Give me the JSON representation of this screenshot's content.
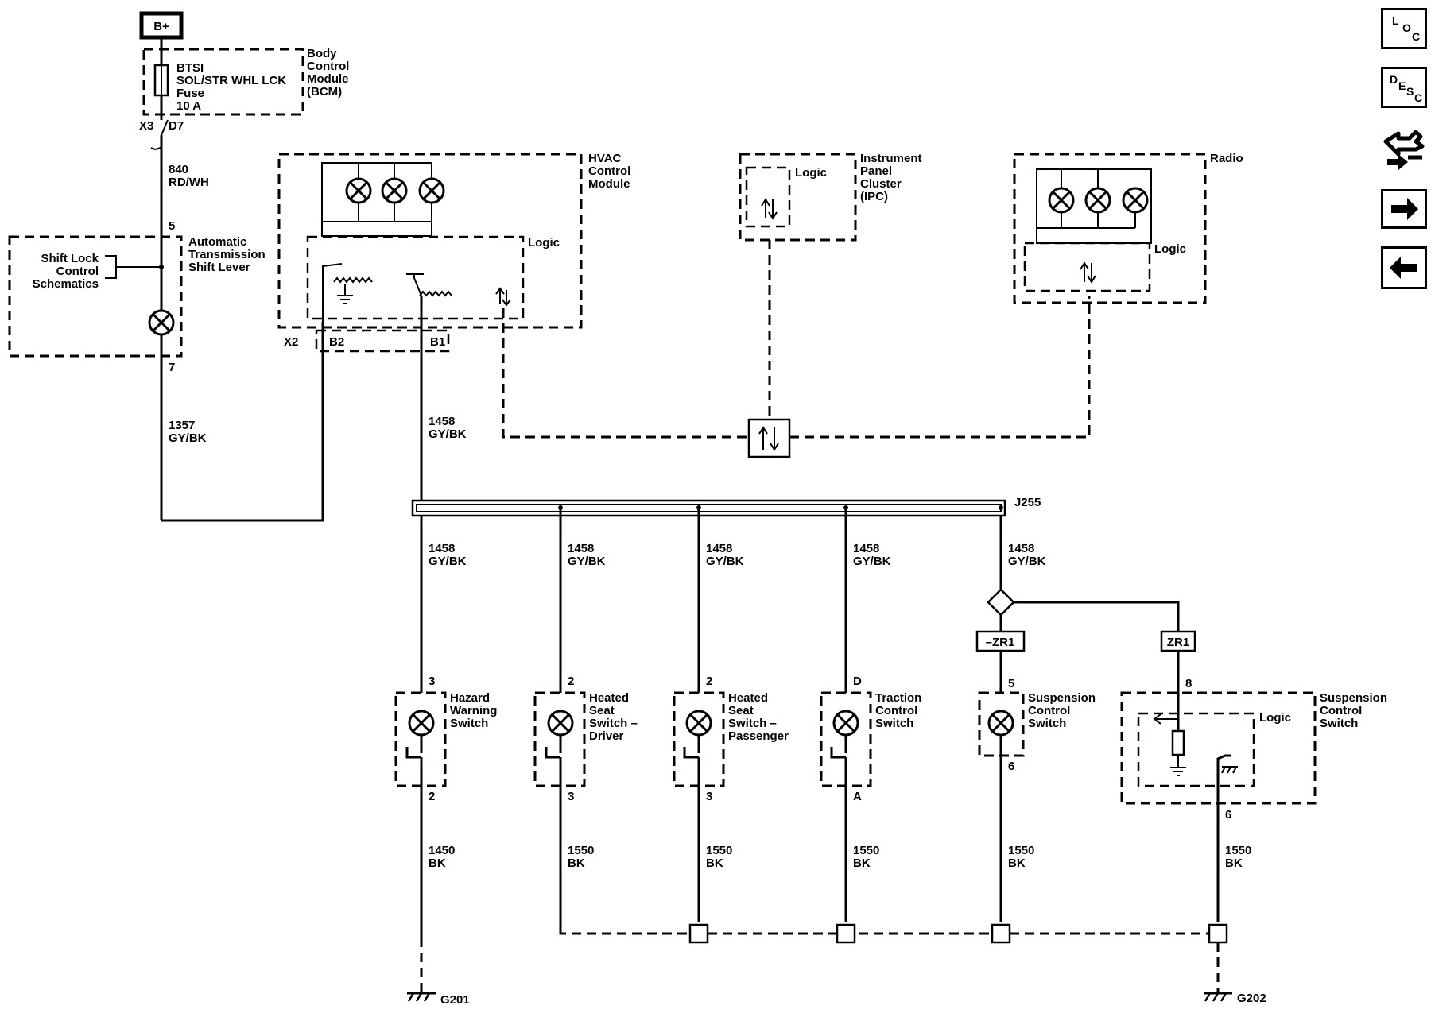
{
  "diagram": {
    "battery": "B+",
    "bcm": {
      "title": [
        "Body",
        "Control",
        "Module",
        "(BCM)"
      ],
      "fuse": [
        "BTSI",
        "SOL/STR WHL LCK",
        "Fuse",
        "10 A"
      ],
      "conn": "X3",
      "pin": "D7"
    },
    "wire_840": [
      "840",
      "RD/WH"
    ],
    "shift_lever": {
      "title": [
        "Automatic",
        "Transmission",
        "Shift Lever"
      ],
      "pin_in": "5",
      "pin_out": "7",
      "ref": [
        "Shift Lock",
        "Control",
        "Schematics"
      ]
    },
    "wire_1357": [
      "1357",
      "GY/BK"
    ],
    "hvac": {
      "title": [
        "HVAC",
        "Control",
        "Module"
      ],
      "logic": "Logic",
      "conn": "X2",
      "pin_b2": "B2",
      "pin_b1": "B1"
    },
    "wire_1458_top": [
      "1458",
      "GY/BK"
    ],
    "ipc": {
      "title": [
        "Instrument",
        "Panel",
        "Cluster",
        "(IPC)"
      ],
      "logic": "Logic"
    },
    "radio": {
      "title": "Radio",
      "logic": "Logic"
    },
    "splice": "J255",
    "branches": [
      {
        "wire": [
          "1458",
          "GY/BK"
        ],
        "pin_top": "3",
        "name": [
          "Hazard",
          "Warning",
          "Switch"
        ],
        "pin_bot": "2",
        "ground_wire": [
          "1450",
          "BK"
        ]
      },
      {
        "wire": [
          "1458",
          "GY/BK"
        ],
        "pin_top": "2",
        "name": [
          "Heated",
          "Seat",
          "Switch –",
          "Driver"
        ],
        "pin_bot": "3",
        "ground_wire": [
          "1550",
          "BK"
        ]
      },
      {
        "wire": [
          "1458",
          "GY/BK"
        ],
        "pin_top": "2",
        "name": [
          "Heated",
          "Seat",
          "Switch –",
          "Passenger"
        ],
        "pin_bot": "3",
        "ground_wire": [
          "1550",
          "BK"
        ]
      },
      {
        "wire": [
          "1458",
          "GY/BK"
        ],
        "pin_top": "D",
        "name": [
          "Traction",
          "Control",
          "Switch"
        ],
        "pin_bot": "A",
        "ground_wire": [
          "1550",
          "BK"
        ]
      },
      {
        "wire": [
          "1458",
          "GY/BK"
        ],
        "option": "–ZR1",
        "pin_top": "5",
        "name": [
          "Suspension",
          "Control",
          "Switch"
        ],
        "pin_bot": "6",
        "ground_wire": [
          "1550",
          "BK"
        ]
      },
      {
        "option": "ZR1",
        "pin_top": "8",
        "name": [
          "Suspension",
          "Control",
          "Switch"
        ],
        "logic": "Logic",
        "pin_bot": "6",
        "ground_wire": [
          "1550",
          "BK"
        ]
      }
    ],
    "grounds": [
      "G201",
      "G202"
    ]
  },
  "nav": {
    "loc": {
      "l": "L",
      "o": "O",
      "c": "C",
      "icon": "location-icon"
    },
    "desc": {
      "d": "D",
      "e": "E",
      "s": "S",
      "c": "C",
      "icon": "description-icon"
    },
    "connector_icon": "connector-view-icon",
    "next_icon": "right-arrow-icon",
    "prev_icon": "left-arrow-icon"
  }
}
